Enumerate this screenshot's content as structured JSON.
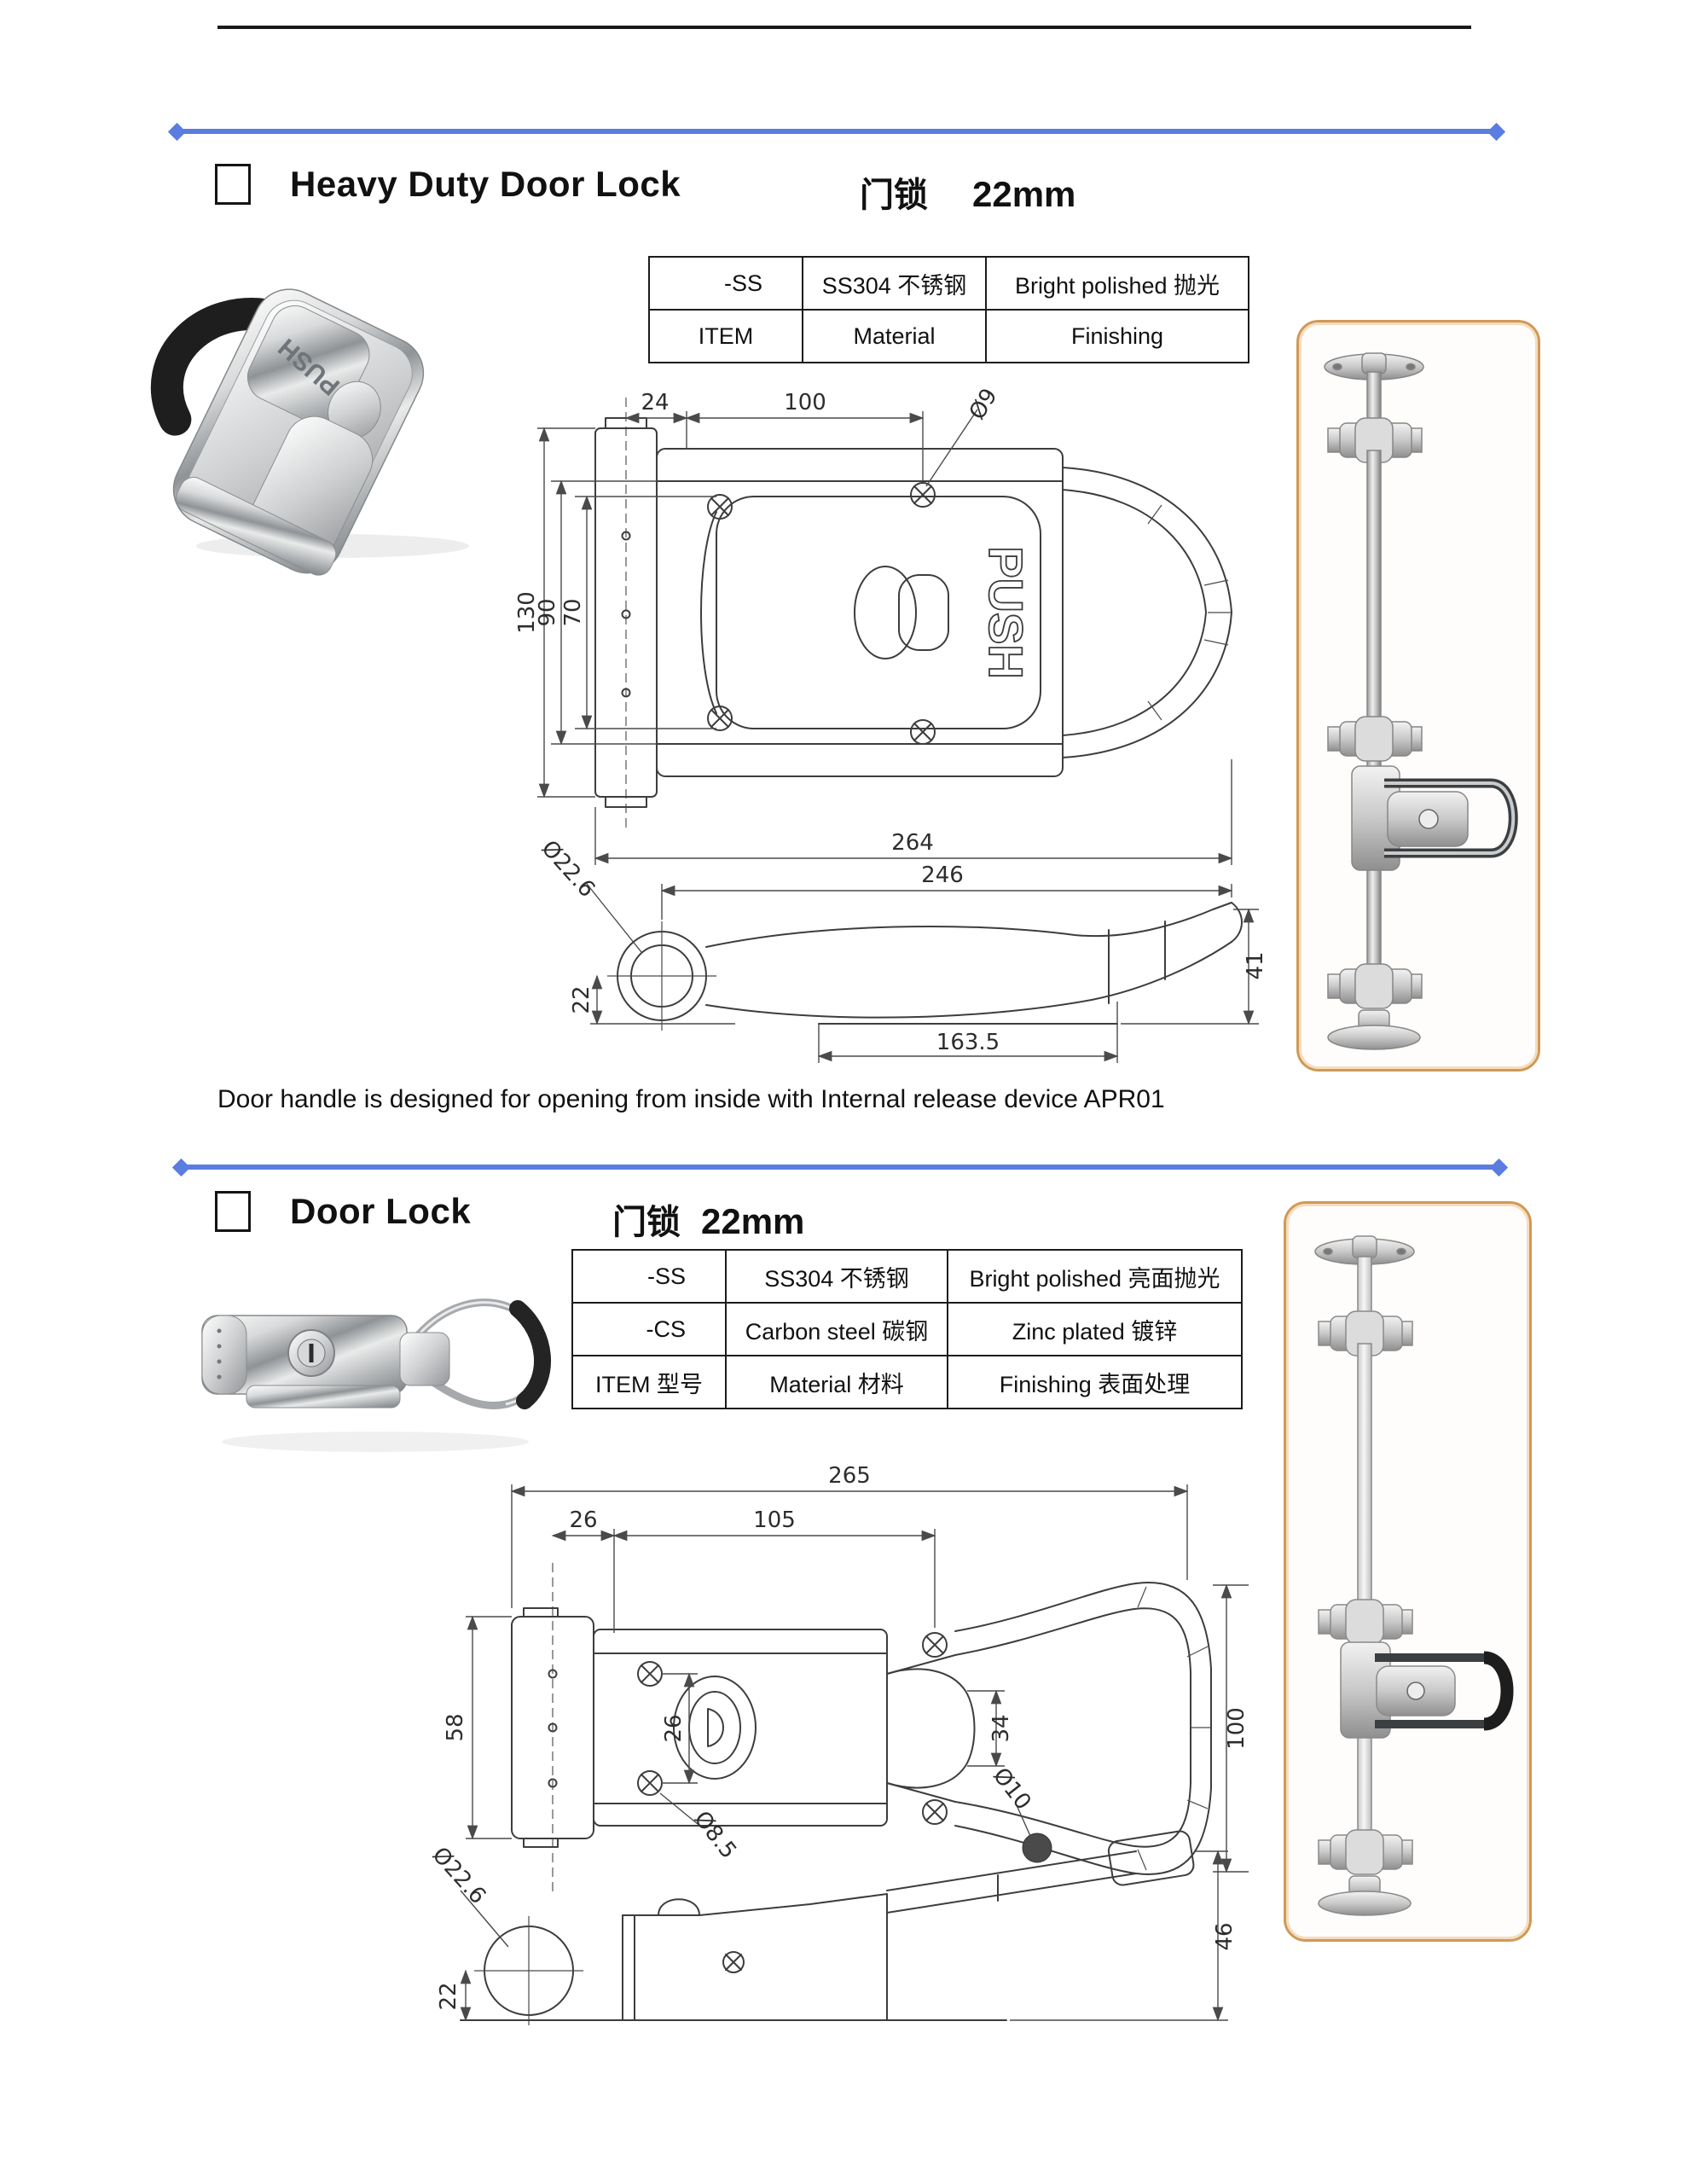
{
  "colors": {
    "accent_blue": "#5b7ce0",
    "frame_orange": "#cf9a55",
    "line": "#3d3d3d"
  },
  "s1": {
    "title_en": "Heavy Duty Door Lock",
    "title_cn": "门锁",
    "title_size": "22mm",
    "push": "PUSH",
    "table": {
      "r0": [
        "-SS",
        "SS304 不锈钢",
        "Bright polished 抛光"
      ],
      "r1": [
        "ITEM",
        "Material",
        "Finishing"
      ]
    },
    "dims": {
      "d24": "24",
      "d100": "100",
      "d9": "Ø9",
      "d130": "130",
      "d90": "90",
      "d70": "70",
      "d264": "264",
      "d246": "246",
      "d226": "Ø22.6",
      "d22": "22",
      "d1635": "163.5",
      "d41": "41"
    },
    "note": "Door handle is designed for opening from inside with Internal release device APR01"
  },
  "s2": {
    "title_en": "Door Lock",
    "title_cn": "门锁",
    "title_size": "22mm",
    "table": {
      "r0": [
        "-SS",
        "SS304 不锈钢",
        "Bright polished 亮面抛光"
      ],
      "r1": [
        "-CS",
        "Carbon steel 碳钢",
        "Zinc plated 镀锌"
      ],
      "r2": [
        "ITEM 型号",
        "Material 材料",
        "Finishing 表面处理"
      ]
    },
    "dims": {
      "d265": "265",
      "d26a": "26",
      "d105": "105",
      "d58": "58",
      "d26b": "26",
      "d34": "34",
      "d100": "100",
      "d85": "Ø8.5",
      "d10": "Ø10",
      "d226": "Ø22.6",
      "d22": "22",
      "d46": "46"
    }
  }
}
